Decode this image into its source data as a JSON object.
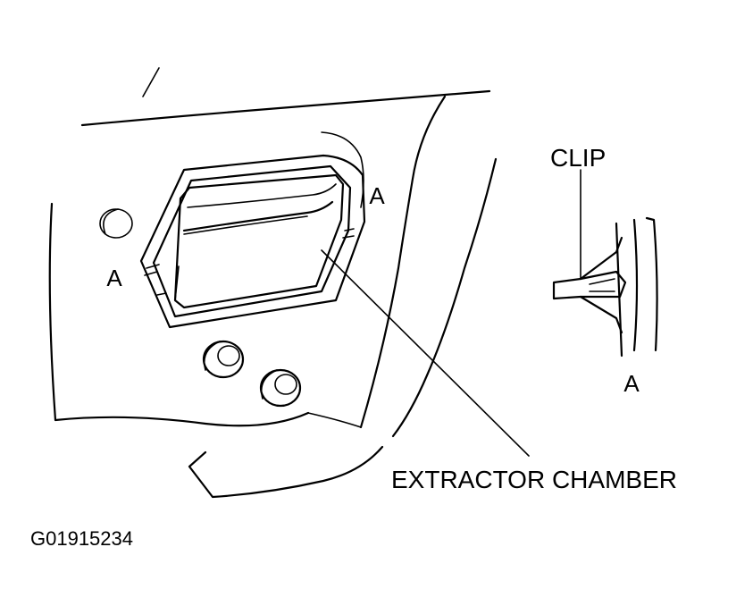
{
  "labels": {
    "a_left": "A",
    "a_right": "A",
    "a_clip": "A",
    "clip": "CLIP",
    "extractor_chamber": "EXTRACTOR CHAMBER",
    "figure_code": "G01915234"
  },
  "colors": {
    "ink": "#000000",
    "paper": "#ffffff"
  }
}
